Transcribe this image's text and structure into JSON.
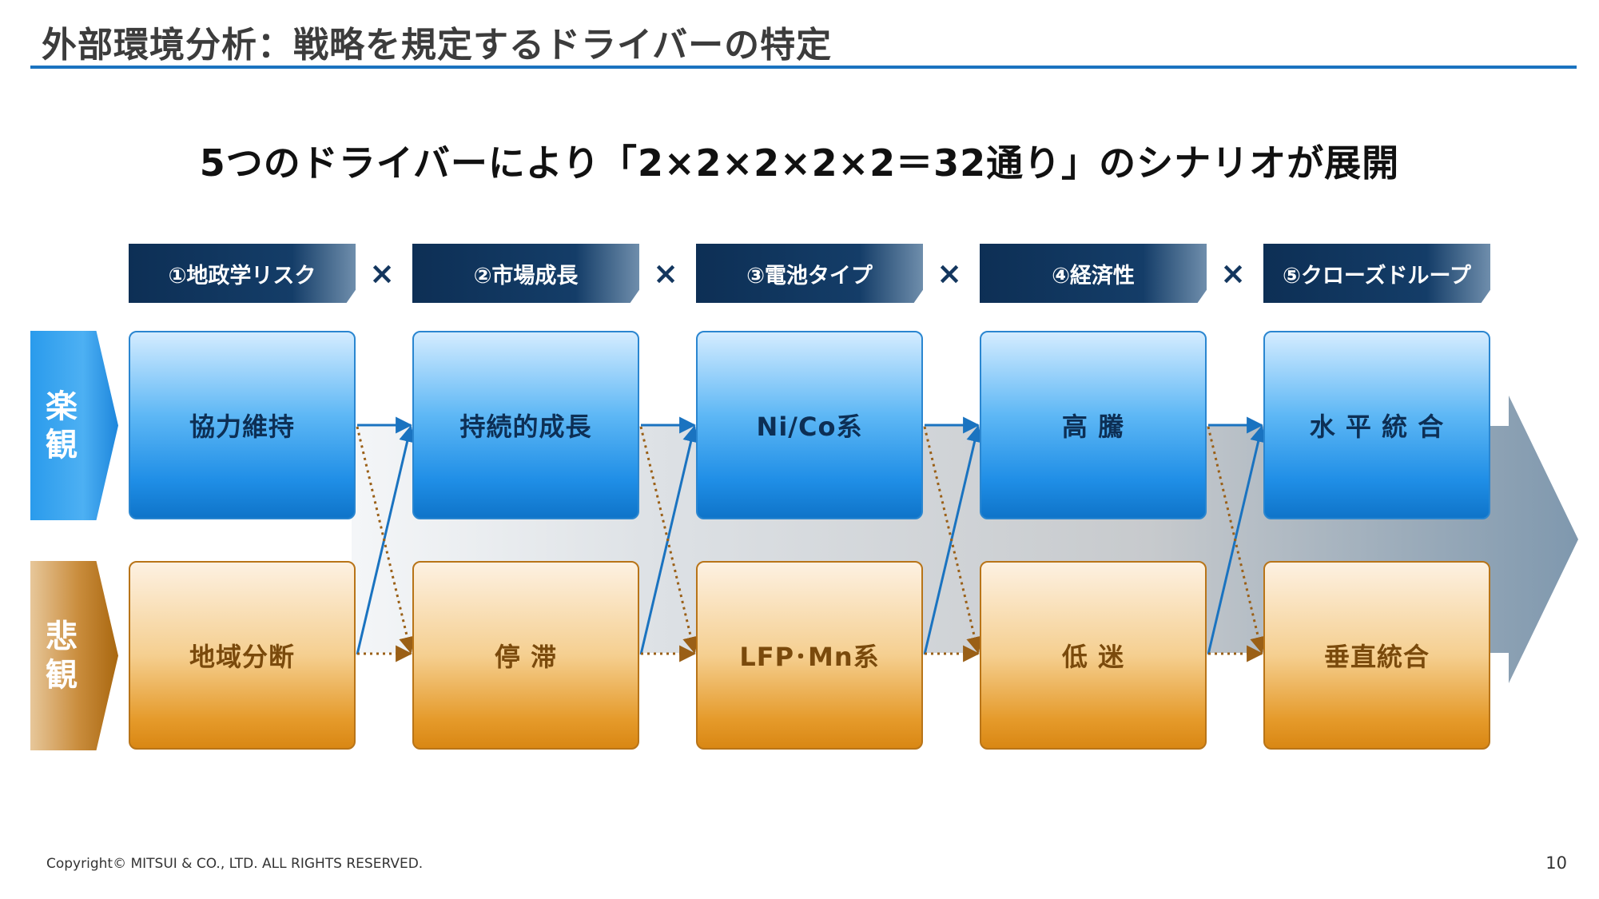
{
  "title": "外部環境分析：戦略を規定するドライバーの特定",
  "subtitle": "5つのドライバーにより「2×2×2×2×2＝32通り」のシナリオが展開",
  "drivers": [
    {
      "label": "①地政学リスク",
      "optimistic": "協力維持",
      "pessimistic": "地域分断"
    },
    {
      "label": "②市場成長",
      "optimistic": "持続的成長",
      "pessimistic": "停 滞"
    },
    {
      "label": "③電池タイプ",
      "optimistic": "Ni/Co系",
      "pessimistic": "LFP･Mn系"
    },
    {
      "label": "④経済性",
      "optimistic": "高 騰",
      "pessimistic": "低 迷"
    },
    {
      "label": "⑤クローズドループ",
      "optimistic": "水 平 統 合",
      "pessimistic": "垂直統合"
    }
  ],
  "times_symbol": "×",
  "rows": {
    "optimistic": "楽観",
    "pessimistic": "悲観"
  },
  "colors": {
    "accent": "#1a73c0",
    "header": "#143d68",
    "optimistic": "#1f8ee6",
    "pessimistic": "#e59a2a"
  },
  "footer": {
    "copyright": "Copyright© MITSUI & CO., LTD. ALL RIGHTS RESERVED.",
    "page": "10"
  }
}
